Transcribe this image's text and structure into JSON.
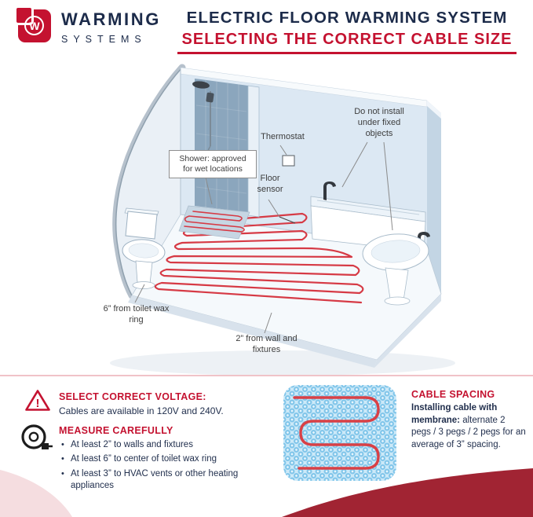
{
  "header": {
    "brand": {
      "logo_letter": "W",
      "line1": "WARMING",
      "line2": "SYSTEMS"
    },
    "title_line1": "ELECTRIC FLOOR WARMING SYSTEM",
    "title_line2": "SELECTING THE CORRECT CABLE SIZE"
  },
  "diagram": {
    "labels": {
      "shower": "Shower: approved for wet locations",
      "thermostat": "Thermostat",
      "floor_sensor": "Floor sensor",
      "fixed_objects": "Do not install under fixed objects",
      "toilet_clearance": "6” from toilet wax ring",
      "wall_clearance": "2” from wall and fixtures"
    }
  },
  "info": {
    "voltage": {
      "warning_mark": "!",
      "title": "SELECT CORRECT VOLTAGE:",
      "body": "Cables are available in 120V and 240V."
    },
    "measure": {
      "title": "MEASURE CAREFULLY",
      "bullets": [
        "At least 2” to walls and fixtures",
        "At least 6” to center of toilet wax ring",
        "At least 3” to HVAC vents or other heating appliances"
      ]
    },
    "spacing": {
      "title": "CABLE SPACING",
      "lead": "Installing cable with membrane:",
      "body": " alternate 2 pegs / 3 pegs / 2 pegs for an average of 3” spacing."
    }
  },
  "colors": {
    "accent_red": "#c41230",
    "navy": "#1c2b4a",
    "cable_red": "#d63a45",
    "wave_red": "#a12433",
    "membrane_blue": "#82c6ea",
    "wall_blue": "#dce8f3"
  }
}
